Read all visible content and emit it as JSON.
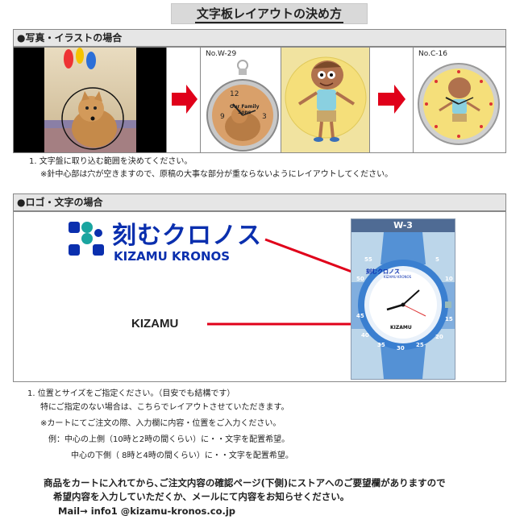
{
  "title": "文字板レイアウトの決め方",
  "photo_section": {
    "heading": "●写真・イラストの場合",
    "watch1_model": "No.W-29",
    "watch1_text": "Our Family\nSons",
    "watch2_model": "No.C-16",
    "instruction_1": "1. 文字盤に取り込む範囲を決めてください。",
    "instruction_2": "※針中心部は穴が空きますので、原稿の大事な部分が重ならないようにレイアウトしてください。"
  },
  "logo_section": {
    "heading": "●ロゴ・文字の場合",
    "logo_jp": "刻むクロノス",
    "logo_en": "KIZAMU KRONOS",
    "text_sample": "KIZAMU",
    "watch_model": "W-3",
    "dial_logo_jp": "刻むクロノス",
    "dial_logo_en": "KIZAMU KRONOS",
    "dial_text": "KIZAMU",
    "bezel_numbers": [
      "55",
      "5",
      "10",
      "15",
      "20",
      "25",
      "30",
      "35",
      "40",
      "45",
      "50"
    ],
    "instructions": [
      "1. 位置とサイズをご指定ください。（目安でも結構です）",
      "特にご指定のない場合は、こちらでレイアウトさせていただきます。",
      "※カートにてご注文の際、入力欄に内容・位置をご入力ください。",
      "例：中心の上側（10時と2時の間くらい）に・・文字を配置希望。",
      "中心の下側（ 8時と4時の間くらい）に・・文字を配置希望。"
    ]
  },
  "footer": {
    "line1": "商品をカートに入れてから､ご注文内容の確認ページ(下側)にストアへのご要望欄がありますので",
    "line2": "希望内容を入力していただくか、メールにて内容をお知らせください。",
    "mail": "Mail→ info1 @kizamu-kronos.co.jp"
  },
  "colors": {
    "brand_blue": "#0a2fae",
    "logo_dot_teal": "#1aa5a0",
    "arrow_red": "#e0001a",
    "section_bg": "#e6e6e6",
    "watch_blue": "#3a7fd0"
  }
}
